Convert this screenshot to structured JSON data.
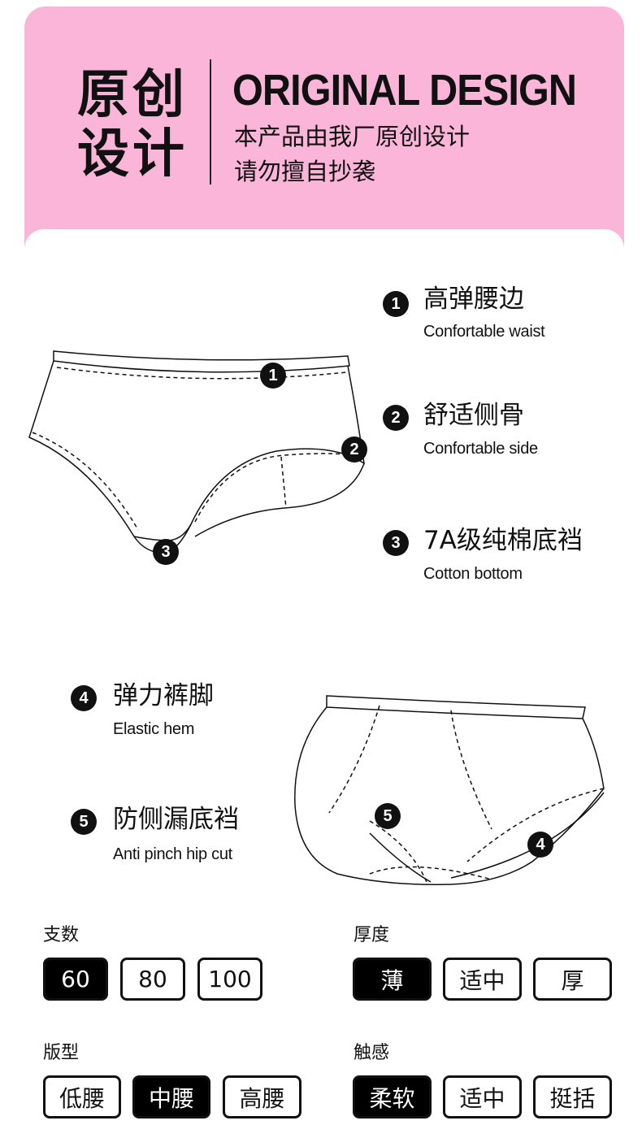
{
  "header": {
    "title_cn_line1": "原创",
    "title_cn_line2": "设计",
    "title_en": "ORIGINAL DESIGN",
    "sub_line1": "本产品由我厂原创设计",
    "sub_line2": "请勿擅自抄袭",
    "bg_color": "#fbb5d9"
  },
  "features": [
    {
      "num": "1",
      "cn": "高弹腰边",
      "en": "Confortable waist"
    },
    {
      "num": "2",
      "cn": "舒适侧骨",
      "en": "Confortable side"
    },
    {
      "num": "3",
      "cn": "7A级纯棉底裆",
      "en": "Cotton bottom"
    },
    {
      "num": "4",
      "cn": "弹力裤脚",
      "en": "Elastic hem"
    },
    {
      "num": "5",
      "cn": "防侧漏底裆",
      "en": "Anti pinch hip cut"
    }
  ],
  "options": {
    "count": {
      "label": "支数",
      "items": [
        "60",
        "80",
        "100"
      ],
      "selected": "60"
    },
    "thickness": {
      "label": "厚度",
      "items": [
        "薄",
        "适中",
        "厚"
      ],
      "selected": "薄"
    },
    "fit": {
      "label": "版型",
      "items": [
        "低腰",
        "中腰",
        "高腰"
      ],
      "selected": "中腰"
    },
    "feel": {
      "label": "触感",
      "items": [
        "柔软",
        "适中",
        "挺括"
      ],
      "selected": "柔软"
    }
  }
}
